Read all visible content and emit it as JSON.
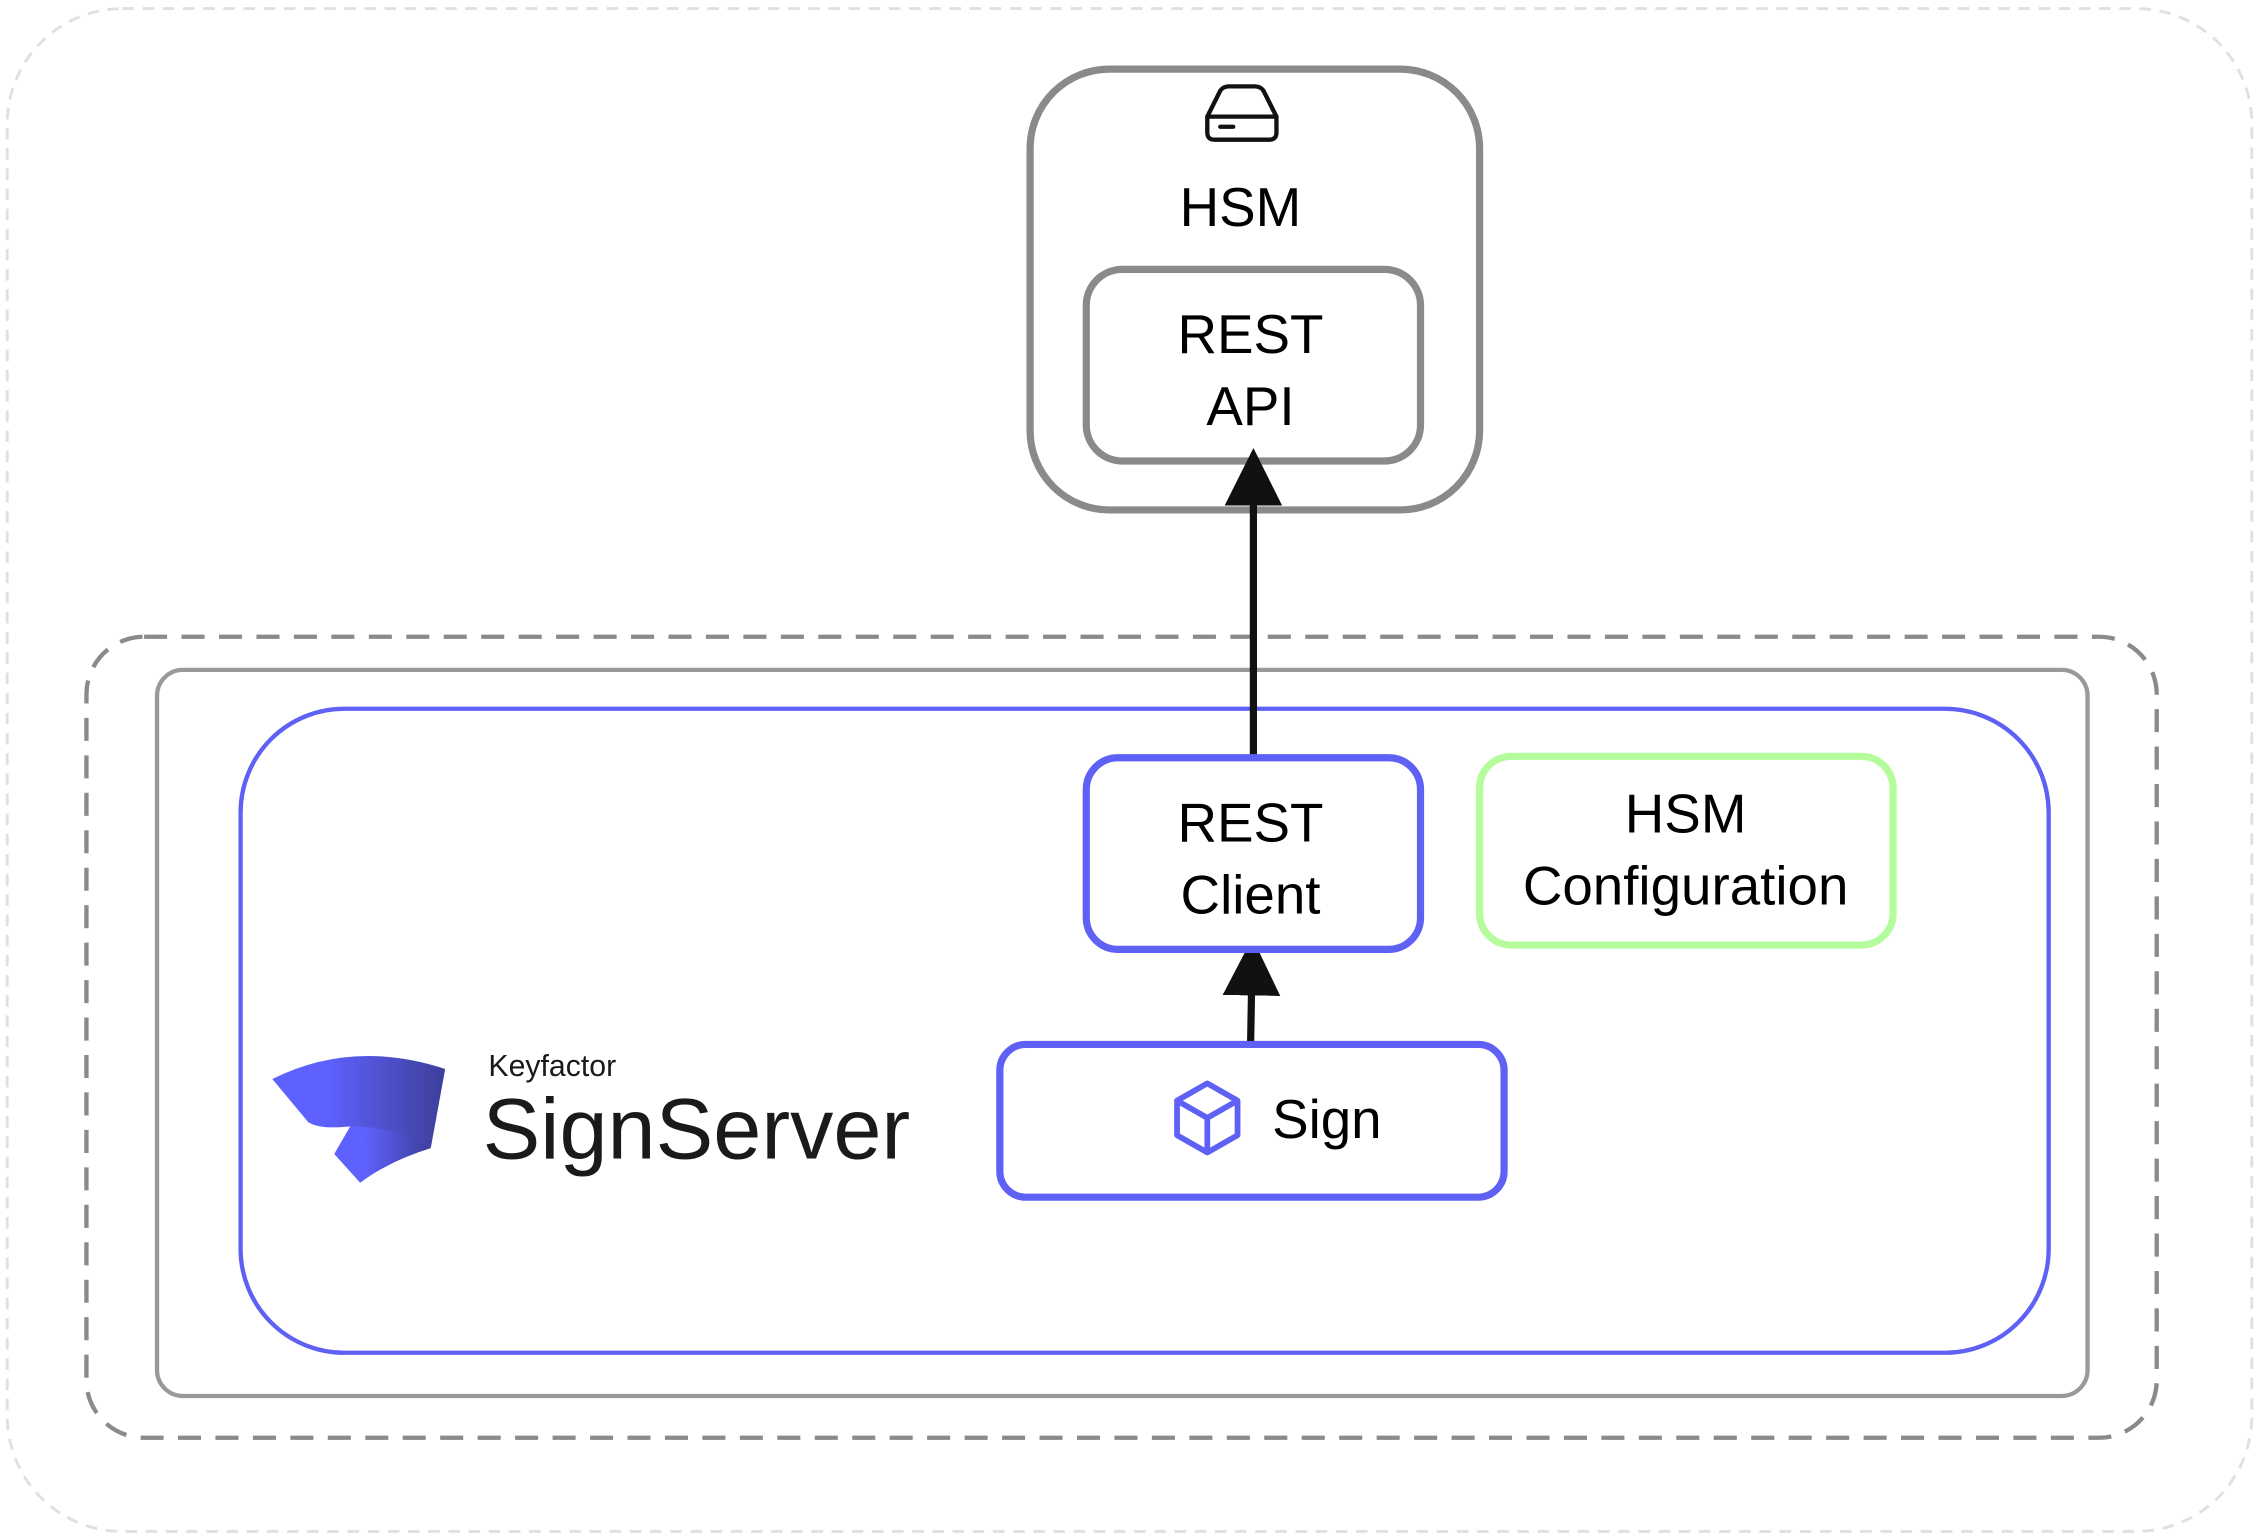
{
  "hsm": {
    "title": "HSM",
    "icon": "hard-drive-icon",
    "rest_api": [
      "REST",
      "API"
    ]
  },
  "signserver": {
    "logo": {
      "brand": "Keyfactor",
      "product": "SignServer"
    },
    "rest_client": [
      "REST",
      "Client"
    ],
    "hsm_configuration": [
      "HSM",
      "Configuration"
    ],
    "sign": {
      "label": "Sign",
      "icon": "cube-icon"
    }
  },
  "colors": {
    "accent": "#5f61f5",
    "config": "#b5fc9c",
    "gray": "#8a8a8a"
  }
}
